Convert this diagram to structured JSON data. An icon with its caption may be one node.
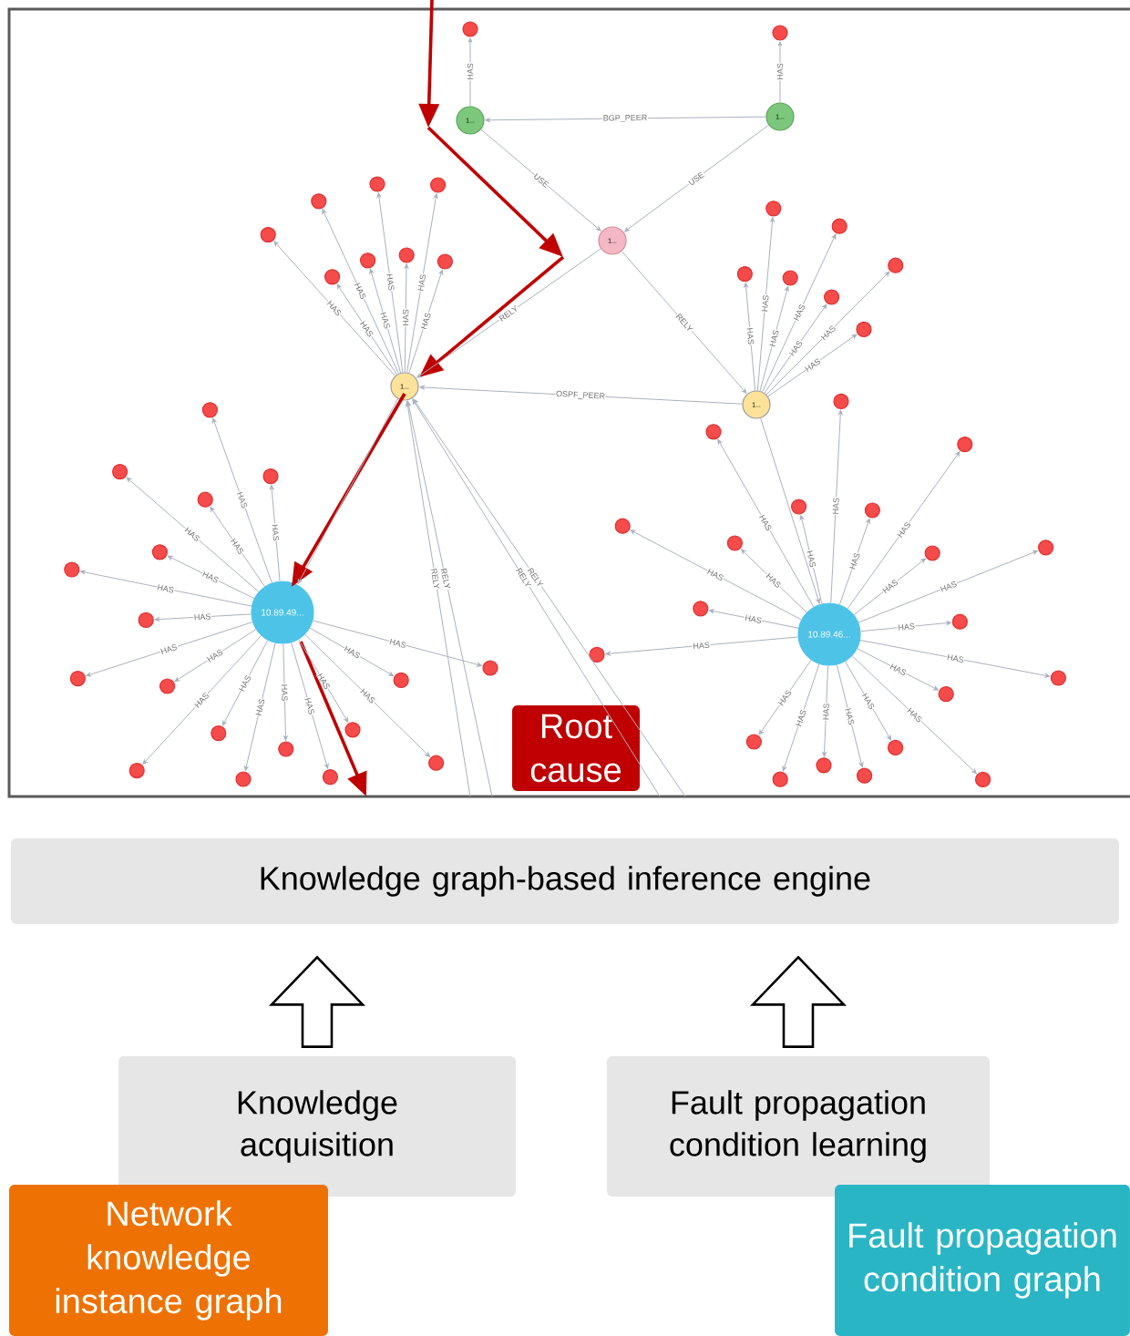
{
  "diagram": {
    "nodes": [
      {
        "text": [
          "Knowledge graph-based inference engine"
        ]
      },
      {
        "text": [
          "Knowledge acquisition"
        ]
      },
      {
        "text": [
          "Fault propagation condition learning"
        ]
      },
      {
        "text": [
          "Network knowledge instance graph"
        ]
      },
      {
        "text": [
          "Fault propagation condition graph"
        ]
      },
      {
        "text": [
          "Root cause"
        ]
      },
      {
        "text": [
          "1..."
        ]
      },
      {
        "text": [
          "1..."
        ]
      },
      {
        "text": [
          "1..."
        ]
      },
      {
        "text": [
          "1..."
        ]
      },
      {
        "text": [
          "1..."
        ]
      },
      {
        "text": [
          "10.89.49..."
        ]
      },
      {
        "text": [
          "10.89.46..."
        ]
      },
      {
        "text": [],
        "shape": "circle"
      },
      {
        "text": [],
        "shape": "circle"
      },
      {
        "text": [],
        "shape": "circle"
      },
      {
        "text": [],
        "shape": "circle"
      },
      {
        "text": [],
        "shape": "circle"
      },
      {
        "text": [],
        "shape": "circle"
      },
      {
        "text": [],
        "shape": "circle"
      },
      {
        "text": [],
        "shape": "circle"
      },
      {
        "text": [],
        "shape": "circle"
      },
      {
        "text": [],
        "shape": "circle"
      },
      {
        "text": [],
        "shape": "circle"
      },
      {
        "text": [],
        "shape": "circle"
      },
      {
        "text": [],
        "shape": "circle"
      },
      {
        "text": [],
        "shape": "circle"
      },
      {
        "text": [],
        "shape": "circle"
      },
      {
        "text": [],
        "shape": "circle"
      },
      {
        "text": [],
        "shape": "circle"
      },
      {
        "text": [],
        "shape": "circle"
      },
      {
        "text": [],
        "shape": "circle"
      },
      {
        "text": [],
        "shape": "circle"
      },
      {
        "text": [],
        "shape": "circle"
      },
      {
        "text": [],
        "shape": "circle"
      },
      {
        "text": [],
        "shape": "circle"
      },
      {
        "text": [],
        "shape": "circle"
      },
      {
        "text": [],
        "shape": "circle"
      },
      {
        "text": [],
        "shape": "circle"
      },
      {
        "text": [],
        "shape": "circle"
      },
      {
        "text": [],
        "shape": "circle"
      },
      {
        "text": [],
        "shape": "circle"
      },
      {
        "text": [],
        "shape": "circle"
      },
      {
        "text": [],
        "shape": "circle"
      },
      {
        "text": [],
        "shape": "circle"
      },
      {
        "text": [],
        "shape": "circle"
      },
      {
        "text": [],
        "shape": "circle"
      },
      {
        "text": [],
        "shape": "circle"
      },
      {
        "text": [],
        "shape": "circle"
      },
      {
        "text": [],
        "shape": "circle"
      },
      {
        "text": [],
        "shape": "circle"
      },
      {
        "text": [],
        "shape": "circle"
      },
      {
        "text": [],
        "shape": "circle"
      },
      {
        "text": [],
        "shape": "circle"
      },
      {
        "text": [],
        "shape": "circle"
      },
      {
        "text": [],
        "shape": "circle"
      },
      {
        "text": [],
        "shape": "circle"
      },
      {
        "text": [],
        "shape": "circle"
      },
      {
        "text": [],
        "shape": "circle"
      },
      {
        "text": [],
        "shape": "circle"
      },
      {
        "text": [],
        "shape": "circle"
      },
      {
        "text": [],
        "shape": "circle"
      },
      {
        "text": [],
        "shape": "circle"
      },
      {
        "text": [],
        "shape": "circle"
      },
      {
        "text": [],
        "shape": "circle"
      },
      {
        "text": [],
        "shape": "circle"
      },
      {
        "text": [],
        "shape": "circle"
      },
      {
        "text": [],
        "shape": "circle"
      }
    ],
    "edges": [
      {
        "from": 1,
        "to": 0,
        "arrow": "to"
      },
      {
        "from": 2,
        "to": 0,
        "arrow": "to"
      },
      {
        "from": 7,
        "to": 6,
        "arrow": "to",
        "label": "BGP_PEER"
      },
      {
        "from": 6,
        "to": 8,
        "arrow": "to",
        "label": "USE"
      },
      {
        "from": 7,
        "to": 8,
        "arrow": "to",
        "label": "USE"
      },
      {
        "from": 8,
        "to": 9,
        "arrow": "to",
        "label": "RELY"
      },
      {
        "from": 8,
        "to": 10,
        "arrow": "to",
        "label": "RELY"
      },
      {
        "from": 10,
        "to": 9,
        "arrow": "to",
        "label": "OSPF_PEER"
      },
      {
        "from": 9,
        "to": 11,
        "arrow": "to"
      },
      {
        "from": 10,
        "to": 12,
        "arrow": "to"
      },
      {
        "from": null,
        "to": 9,
        "arrow": "to",
        "label": "RELY"
      },
      {
        "from": null,
        "to": 9,
        "arrow": "to",
        "label": "RELY"
      },
      {
        "from": null,
        "to": 9,
        "arrow": "to",
        "label": "RELY"
      },
      {
        "from": null,
        "to": 9,
        "arrow": "to",
        "label": "RELY"
      },
      {
        "from": 6,
        "to": 13,
        "arrow": "to",
        "label": "HAS"
      },
      {
        "from": 7,
        "to": 14,
        "arrow": "to",
        "label": "HAS"
      },
      {
        "from": 9,
        "to": 15,
        "arrow": "to",
        "label": "HAS"
      },
      {
        "from": 9,
        "to": 16,
        "arrow": "to",
        "label": "HAS"
      },
      {
        "from": 9,
        "to": 17,
        "arrow": "to",
        "label": "HAS"
      },
      {
        "from": 9,
        "to": 18,
        "arrow": "to",
        "label": "HAS"
      },
      {
        "from": 9,
        "to": 19,
        "arrow": "to",
        "label": "HAS"
      },
      {
        "from": 9,
        "to": 20,
        "arrow": "to",
        "label": "HAS"
      },
      {
        "from": 9,
        "to": 21,
        "arrow": "to",
        "label": "HAS"
      },
      {
        "from": 9,
        "to": 22,
        "arrow": "to",
        "label": "HAS"
      },
      {
        "from": 10,
        "to": 23,
        "arrow": "to",
        "label": "HAS"
      },
      {
        "from": 10,
        "to": 24,
        "arrow": "to",
        "label": "HAS"
      },
      {
        "from": 10,
        "to": 25,
        "arrow": "to",
        "label": "HAS"
      },
      {
        "from": 10,
        "to": 26,
        "arrow": "to",
        "label": "HAS"
      },
      {
        "from": 10,
        "to": 27,
        "arrow": "to",
        "label": "HAS"
      },
      {
        "from": 10,
        "to": 28,
        "arrow": "to",
        "label": "HAS"
      },
      {
        "from": 10,
        "to": 29,
        "arrow": "to",
        "label": "HAS"
      },
      {
        "from": 11,
        "to": 30,
        "arrow": "to",
        "label": "HAS"
      },
      {
        "from": 11,
        "to": 31,
        "arrow": "to",
        "label": "HAS"
      },
      {
        "from": 11,
        "to": 32,
        "arrow": "to",
        "label": "HAS"
      },
      {
        "from": 11,
        "to": 33,
        "arrow": "to",
        "label": "HAS"
      },
      {
        "from": 11,
        "to": 34,
        "arrow": "to",
        "label": "HAS"
      },
      {
        "from": 11,
        "to": 35,
        "arrow": "to",
        "label": "HAS"
      },
      {
        "from": 11,
        "to": 36,
        "arrow": "to",
        "label": "HAS"
      },
      {
        "from": 11,
        "to": 37,
        "arrow": "to",
        "label": "HAS"
      },
      {
        "from": 11,
        "to": 38,
        "arrow": "to",
        "label": "HAS"
      },
      {
        "from": 11,
        "to": 39,
        "arrow": "to",
        "label": "HAS"
      },
      {
        "from": 11,
        "to": 40,
        "arrow": "to",
        "label": "HAS"
      },
      {
        "from": 11,
        "to": 41,
        "arrow": "to",
        "label": "HAS"
      },
      {
        "from": 11,
        "to": 42,
        "arrow": "to",
        "label": "HAS"
      },
      {
        "from": 11,
        "to": 43,
        "arrow": "to",
        "label": "HAS"
      },
      {
        "from": 11,
        "to": 44,
        "arrow": "to",
        "label": "HAS"
      },
      {
        "from": 11,
        "to": 45,
        "arrow": "to",
        "label": "HAS"
      },
      {
        "from": 11,
        "to": 46,
        "arrow": "to",
        "label": "HAS"
      },
      {
        "from": 11,
        "to": 47,
        "arrow": "to",
        "label": "HAS"
      },
      {
        "from": 12,
        "to": 48,
        "arrow": "to",
        "label": "HAS"
      },
      {
        "from": 12,
        "to": 49,
        "arrow": "to",
        "label": "HAS"
      },
      {
        "from": 12,
        "to": 50,
        "arrow": "to",
        "label": "HAS"
      },
      {
        "from": 12,
        "to": 51,
        "arrow": "to",
        "label": "HAS"
      },
      {
        "from": 12,
        "to": 52,
        "arrow": "to",
        "label": "HAS"
      },
      {
        "from": 12,
        "to": 53,
        "arrow": "to",
        "label": "HAS"
      },
      {
        "from": 12,
        "to": 54,
        "arrow": "to",
        "label": "HAS"
      },
      {
        "from": 12,
        "to": 55,
        "arrow": "to",
        "label": "HAS"
      },
      {
        "from": 12,
        "to": 56,
        "arrow": "to",
        "label": "HAS"
      },
      {
        "from": 12,
        "to": 57,
        "arrow": "to",
        "label": "HAS"
      },
      {
        "from": 12,
        "to": 58,
        "arrow": "to",
        "label": "HAS"
      },
      {
        "from": 12,
        "to": 59,
        "arrow": "to",
        "label": "HAS"
      },
      {
        "from": 12,
        "to": 60,
        "arrow": "to",
        "label": "HAS"
      },
      {
        "from": 12,
        "to": 61,
        "arrow": "to",
        "label": "HAS"
      },
      {
        "from": 12,
        "to": 62,
        "arrow": "to",
        "label": "HAS"
      },
      {
        "from": 12,
        "to": 63,
        "arrow": "to",
        "label": "HAS"
      },
      {
        "from": 12,
        "to": 64,
        "arrow": "to",
        "label": "HAS"
      },
      {
        "from": 12,
        "to": 65,
        "arrow": "to",
        "label": "HAS"
      },
      {
        "from": 12,
        "to": 66,
        "arrow": "to",
        "label": "HAS"
      },
      {
        "from": 12,
        "to": 67,
        "arrow": "to",
        "label": "HAS"
      }
    ]
  }
}
